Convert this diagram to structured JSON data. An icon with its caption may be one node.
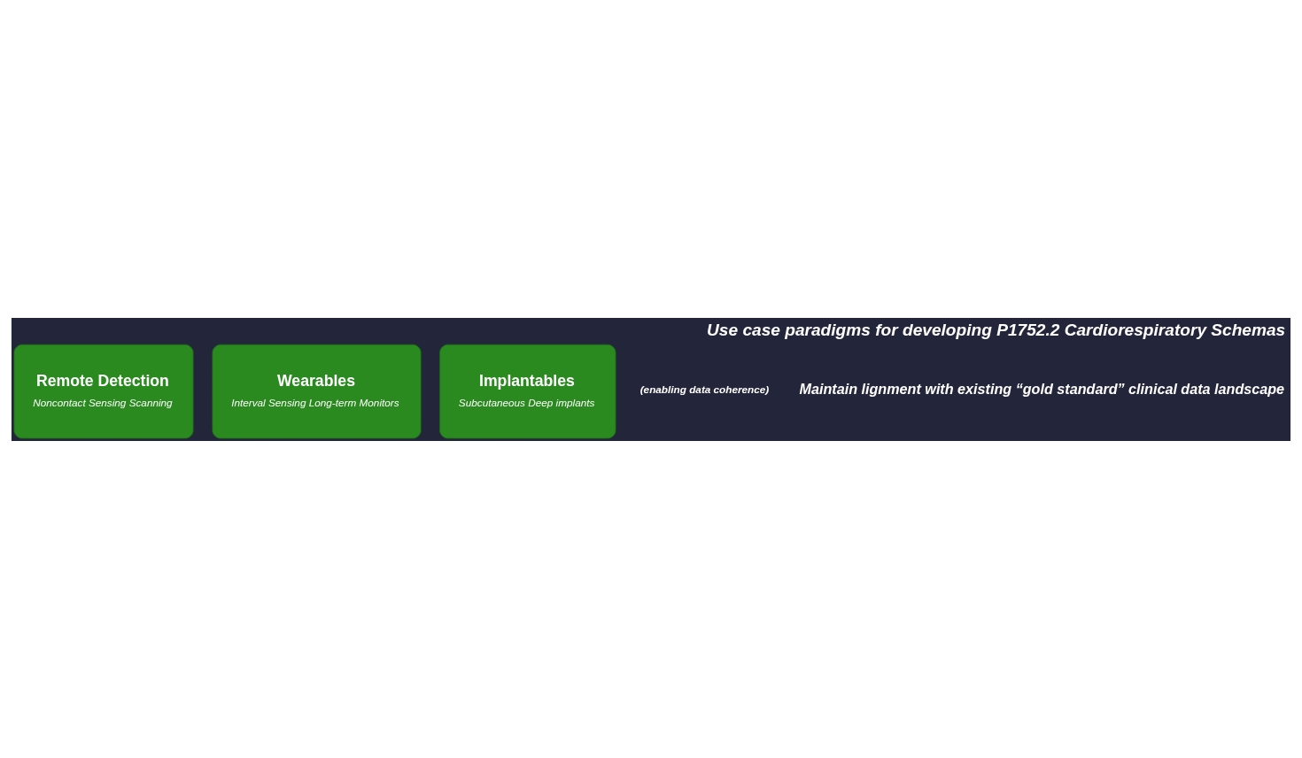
{
  "diagram": {
    "title": "Use case paradigms for developing P1752.2 Cardiorespiratory Schemas",
    "nodes": [
      {
        "text": [
          "Remote Detection",
          "Noncontact Sensing Scanning"
        ]
      },
      {
        "text": [
          "Wearables",
          "Interval Sensing Long-term Monitors"
        ]
      },
      {
        "text": [
          "Implantables",
          "Subcutaneous Deep implants"
        ]
      }
    ],
    "edges": [],
    "labels": [
      "(enabling data coherence)",
      "Maintain lignment with existing “gold standard” clinical data landscape"
    ]
  }
}
